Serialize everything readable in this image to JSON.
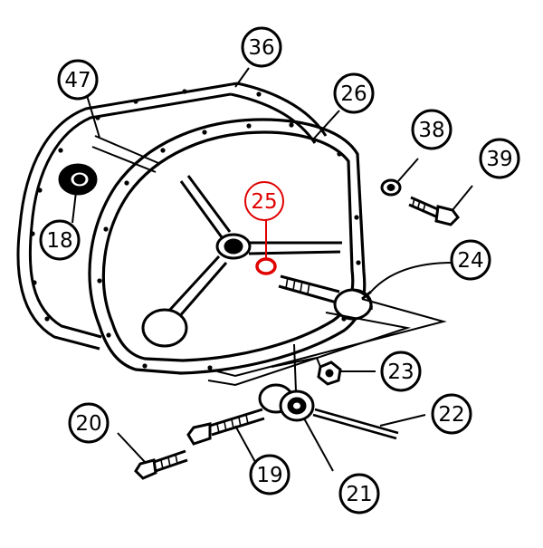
{
  "diagram": {
    "colors": {
      "ink": "#000000",
      "highlight": "#e00000",
      "background": "#ffffff"
    },
    "highlighted_part": "25",
    "callouts": [
      {
        "id": "36",
        "label": "36"
      },
      {
        "id": "47",
        "label": "47"
      },
      {
        "id": "26",
        "label": "26"
      },
      {
        "id": "38",
        "label": "38"
      },
      {
        "id": "39",
        "label": "39"
      },
      {
        "id": "25",
        "label": "25"
      },
      {
        "id": "18",
        "label": "18"
      },
      {
        "id": "24",
        "label": "24"
      },
      {
        "id": "23",
        "label": "23"
      },
      {
        "id": "22",
        "label": "22"
      },
      {
        "id": "20",
        "label": "20"
      },
      {
        "id": "19",
        "label": "19"
      },
      {
        "id": "21",
        "label": "21"
      }
    ]
  }
}
